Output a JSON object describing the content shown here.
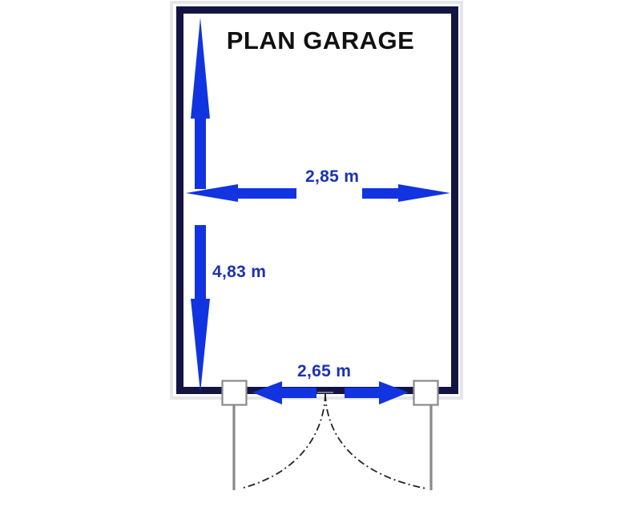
{
  "title": "PLAN GARAGE",
  "colors": {
    "wall": "#141443",
    "arrow": "#1233e0",
    "label_text": "#1b32b0",
    "title_text": "#111111",
    "door_outline": "#808080",
    "swing_arc": "#222222",
    "background": "#ffffff"
  },
  "dimensions": {
    "width_top": "2,85 m",
    "depth_left": "4,83 m",
    "door_opening": "2,65 m"
  },
  "chart_data": {
    "type": "diagram",
    "title": "PLAN GARAGE",
    "subject": "garage floor plan",
    "units": "m",
    "decimal_separator": ",",
    "measurements": [
      {
        "name": "interior-width",
        "label": "2,85 m",
        "value": 2.85,
        "unit": "m",
        "orientation": "horizontal"
      },
      {
        "name": "interior-depth",
        "label": "4,83 m",
        "value": 4.83,
        "unit": "m",
        "orientation": "vertical"
      },
      {
        "name": "door-opening",
        "label": "2,65 m",
        "value": 2.65,
        "unit": "m",
        "orientation": "horizontal"
      }
    ],
    "features": [
      {
        "name": "perimeter-wall",
        "shape": "rectangle",
        "style": "thick navy outline"
      },
      {
        "name": "door-jamb-left",
        "shape": "square",
        "style": "white fill, gray outline"
      },
      {
        "name": "door-jamb-right",
        "shape": "square",
        "style": "white fill, gray outline"
      },
      {
        "name": "door-leaf-left",
        "shape": "line",
        "style": "gray vertical"
      },
      {
        "name": "door-leaf-right",
        "shape": "line",
        "style": "gray vertical"
      },
      {
        "name": "door-swing-arc-left",
        "shape": "arc",
        "style": "dash-dot"
      },
      {
        "name": "door-swing-arc-right",
        "shape": "arc",
        "style": "dash-dot"
      },
      {
        "name": "arrow-up-depth",
        "shape": "arrow",
        "direction": "up"
      },
      {
        "name": "arrow-down-depth",
        "shape": "arrow",
        "direction": "down"
      },
      {
        "name": "arrow-left-width",
        "shape": "arrow",
        "direction": "left"
      },
      {
        "name": "arrow-right-width",
        "shape": "arrow",
        "direction": "right"
      },
      {
        "name": "arrow-left-door",
        "shape": "arrow",
        "direction": "left"
      },
      {
        "name": "arrow-right-door",
        "shape": "arrow",
        "direction": "right"
      }
    ]
  }
}
